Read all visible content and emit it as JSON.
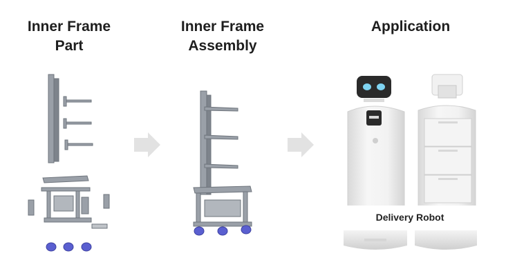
{
  "columns": [
    {
      "title_lines": [
        "Inner Frame",
        "Part"
      ]
    },
    {
      "title_lines": [
        "Inner Frame",
        "Assembly"
      ]
    },
    {
      "title_lines": [
        "Application"
      ]
    }
  ],
  "application": {
    "caption": "Delivery Robot"
  },
  "colors": {
    "frame": "#9aa0a8",
    "frame_dark": "#6e747c",
    "wheel": "#5a5fd0",
    "arrow": "#e2e2e2",
    "robot_body": "#eeeeee"
  }
}
